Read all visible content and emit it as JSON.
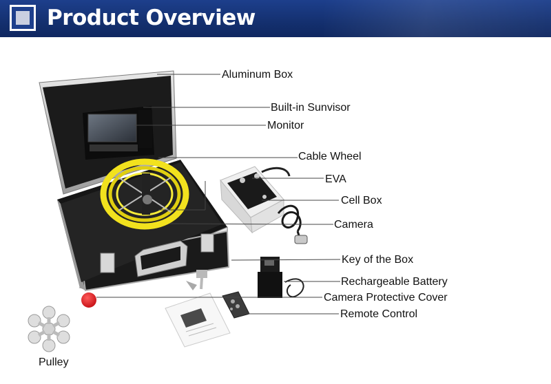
{
  "header": {
    "title": "Product Overview"
  },
  "labels": {
    "aluminum_box": "Aluminum Box",
    "sunvisor": "Built-in Sunvisor",
    "monitor": "Monitor",
    "cable_wheel": "Cable Wheel",
    "eva": "EVA",
    "cell_box": "Cell Box",
    "camera": "Camera",
    "key": "Key of the Box",
    "battery": "Rechargeable Battery",
    "cover": "Camera Protective Cover",
    "remote": "Remote Control",
    "pulley": "Pulley"
  },
  "colors": {
    "header_bg": "#1d3f8c",
    "cable": "#f2e21e",
    "cover": "#e0141a"
  }
}
